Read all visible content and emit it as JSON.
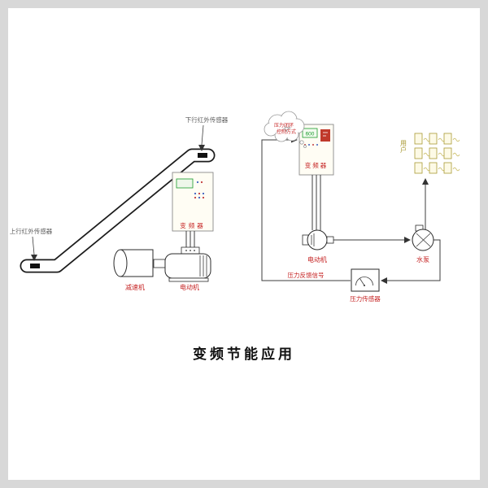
{
  "title": "变频节能应用",
  "colors": {
    "frame-gray": "#d8d8d8",
    "label-red": "#c52222",
    "display-green": "#1a9b2c",
    "user-olive": "#a99a35",
    "brand-red": "#c0392b"
  },
  "escalator": {
    "sensor_down_label": "下行红外传感器",
    "sensor_up_label": "上行红外传感器",
    "inverter_label": "变频器",
    "reducer_label": "减速机",
    "motor_label": "电动机"
  },
  "pump": {
    "cloud_line1": "压力闭环",
    "cloud_line2": "控制方式",
    "inverter_display": "600",
    "inverter_label": "变频器",
    "motor_label": "电动机",
    "pump_label": "水泵",
    "users_label": "用户",
    "feedback_label": "压力反馈信号",
    "sensor_label": "压力传感器"
  }
}
